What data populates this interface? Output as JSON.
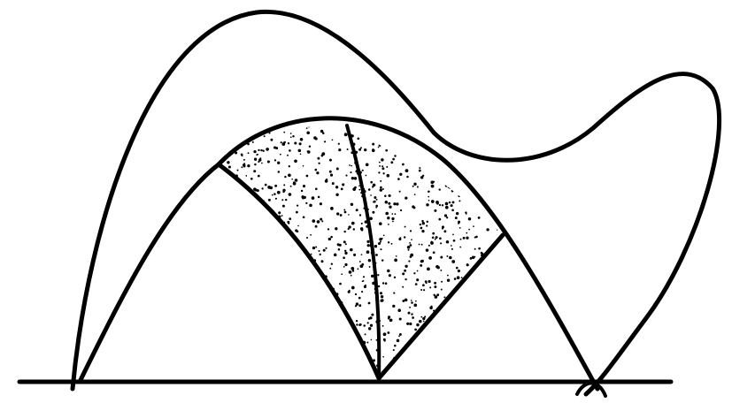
{
  "figure": {
    "type": "line-drawing",
    "elements": [
      "baseline",
      "outer-curve",
      "inner-arch",
      "stippled-region",
      "region-divider-curve"
    ],
    "colors": {
      "ink": "#000000",
      "background": "#ffffff"
    }
  }
}
